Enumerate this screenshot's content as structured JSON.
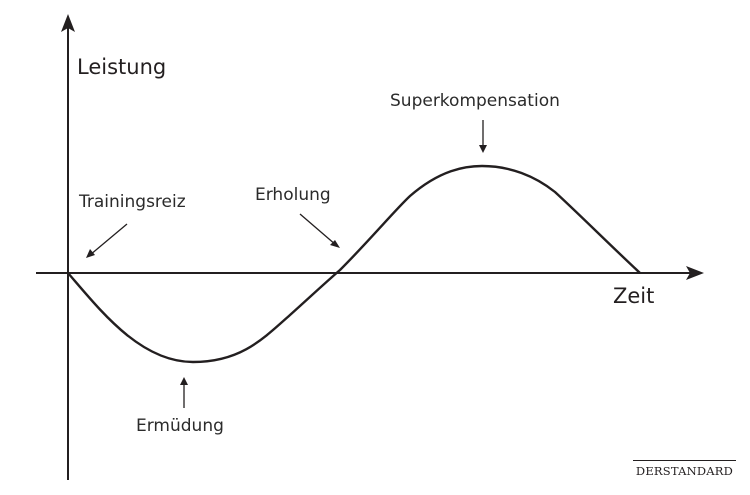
{
  "diagram": {
    "y_axis_label": "Leistung",
    "x_axis_label": "Zeit",
    "annotations": {
      "stimulus": "Trainingsreiz",
      "fatigue": "Ermüdung",
      "recovery": "Erholung",
      "supercompensation": "Superkompensation"
    },
    "brand": "DERSTANDARD",
    "colors": {
      "line": "#231f20",
      "background": "#ffffff"
    }
  }
}
